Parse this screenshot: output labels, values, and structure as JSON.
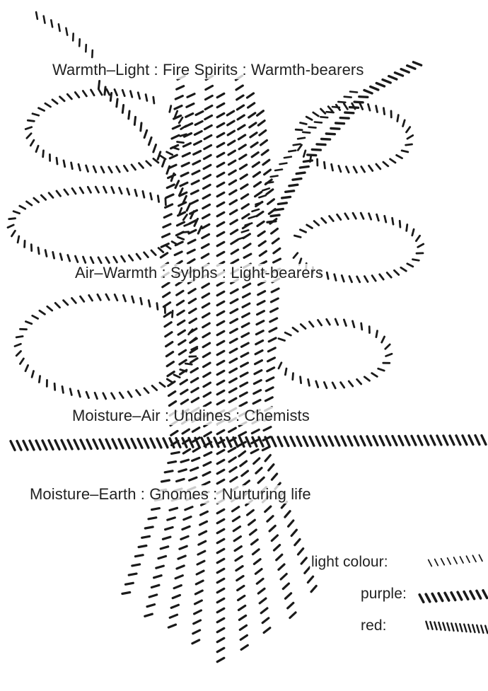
{
  "levels": [
    {
      "label": "Warmth–Light : Fire Spirits : Warmth-bearers"
    },
    {
      "label": "Air–Warmth : Sylphs : Light-bearers"
    },
    {
      "label": "Moisture–Air : Undines : Chemists"
    },
    {
      "label": "Moisture–Earth : Gnomes : Nurturing life"
    }
  ],
  "legend": [
    {
      "label": "light colour:",
      "style": "light"
    },
    {
      "label": "purple:",
      "style": "purple"
    },
    {
      "label": "red:",
      "style": "red"
    }
  ],
  "colors": {
    "ink": "#1a1a1a",
    "background": "#ffffff"
  }
}
